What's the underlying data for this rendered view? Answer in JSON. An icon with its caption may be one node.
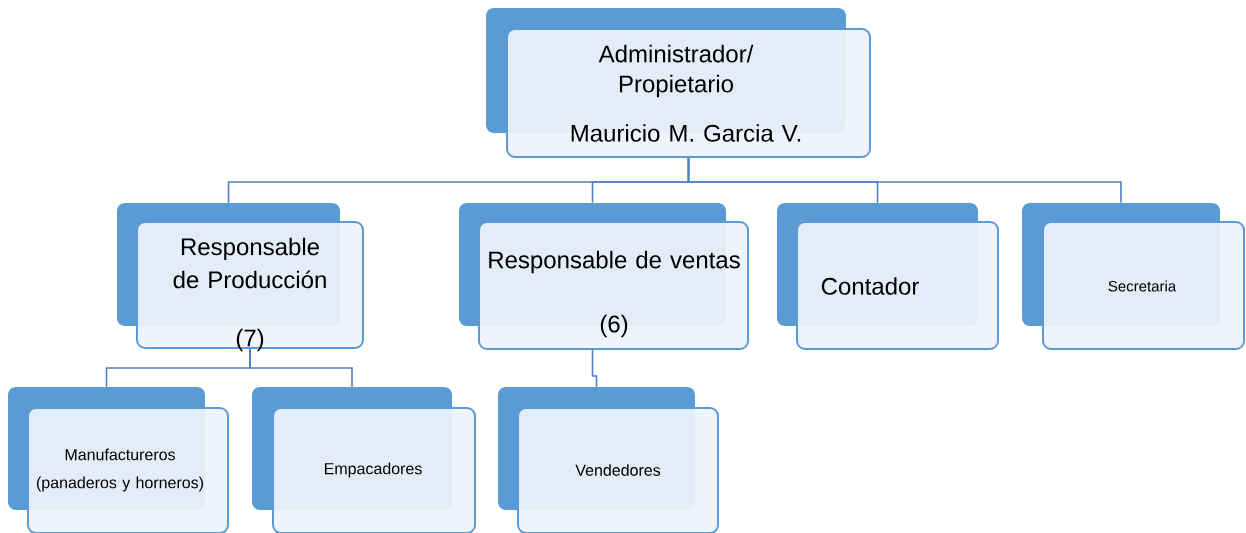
{
  "diagram": {
    "nodes": [
      {
        "text": [
          "Administrador/ Propietario",
          "Mauricio M. Garcia V."
        ]
      },
      {
        "text": [
          "Responsable de Producción",
          "(7)"
        ]
      },
      {
        "text": [
          "Responsable de ventas",
          "(6)"
        ]
      },
      {
        "text": [
          "Contador"
        ]
      },
      {
        "text": [
          "Secretaria"
        ]
      },
      {
        "text": [
          "Manufactureros (panaderos y horneros)"
        ]
      },
      {
        "text": [
          "Empacadores"
        ]
      },
      {
        "text": [
          "Vendedores"
        ]
      }
    ],
    "edges": [
      {
        "from": 0,
        "to": 1,
        "arrow": "none"
      },
      {
        "from": 0,
        "to": 2,
        "arrow": "none"
      },
      {
        "from": 0,
        "to": 3,
        "arrow": "none"
      },
      {
        "from": 0,
        "to": 4,
        "arrow": "none"
      },
      {
        "from": 1,
        "to": 5,
        "arrow": "none"
      },
      {
        "from": 1,
        "to": 6,
        "arrow": "none"
      },
      {
        "from": 2,
        "to": 7,
        "arrow": "none"
      }
    ]
  }
}
